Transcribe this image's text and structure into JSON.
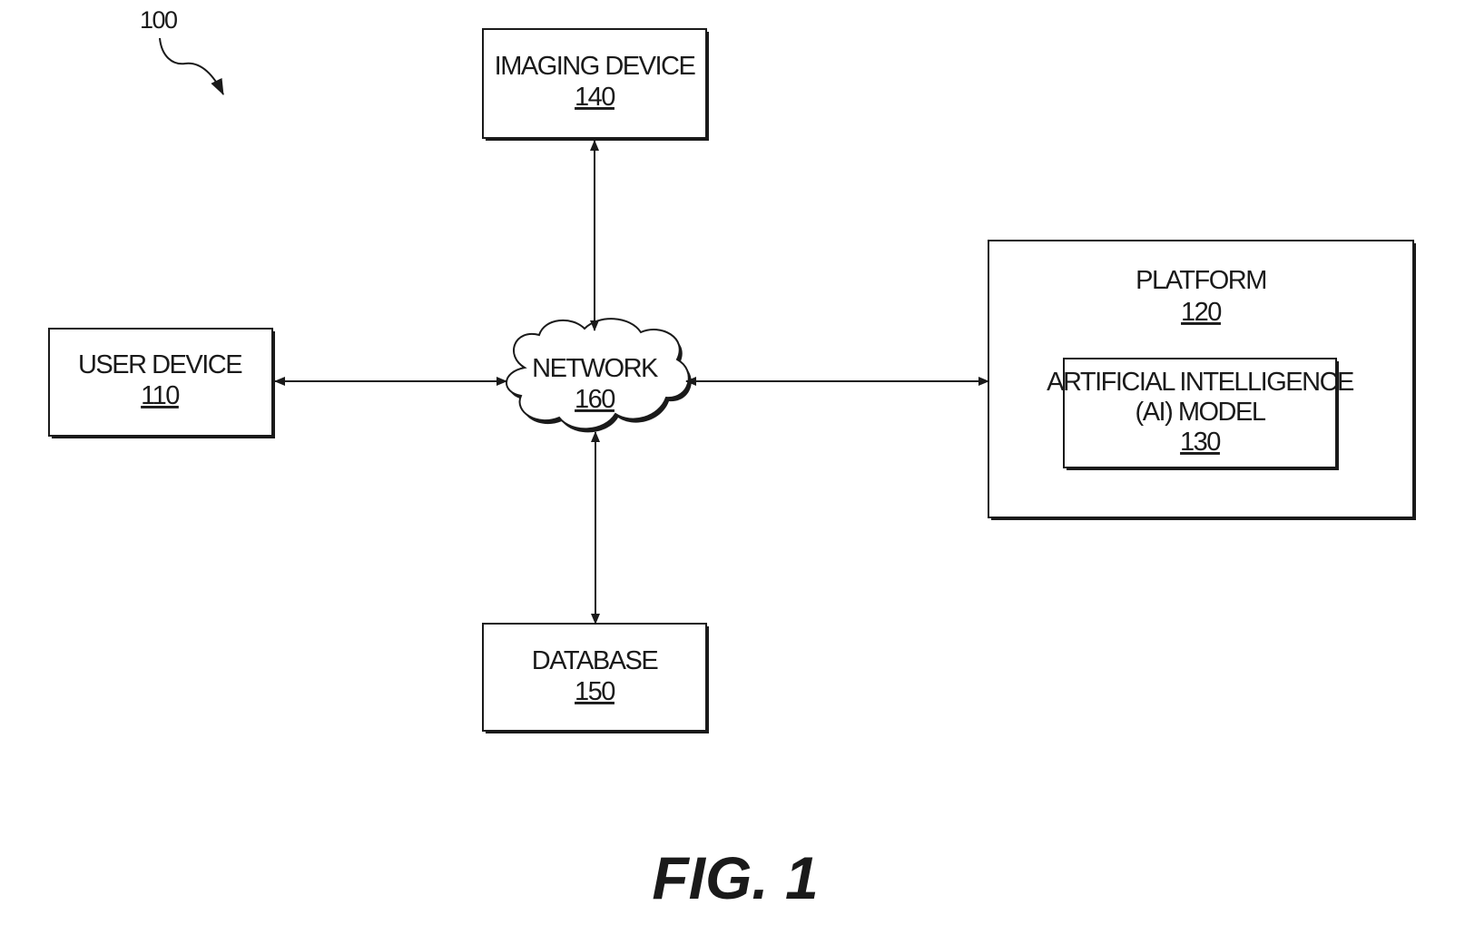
{
  "figure": {
    "reference": "100",
    "caption": "FIG. 1"
  },
  "nodes": {
    "imaging_device": {
      "label": "IMAGING DEVICE",
      "number": "140"
    },
    "user_device": {
      "label": "USER DEVICE",
      "number": "110"
    },
    "network": {
      "label": "NETWORK",
      "number": "160"
    },
    "platform": {
      "label": "PLATFORM",
      "number": "120"
    },
    "ai_model": {
      "label_line1": "ARTIFICIAL INTELLIGENCE",
      "label_line2": "(AI) MODEL",
      "number": "130"
    },
    "database": {
      "label": "DATABASE",
      "number": "150"
    }
  }
}
